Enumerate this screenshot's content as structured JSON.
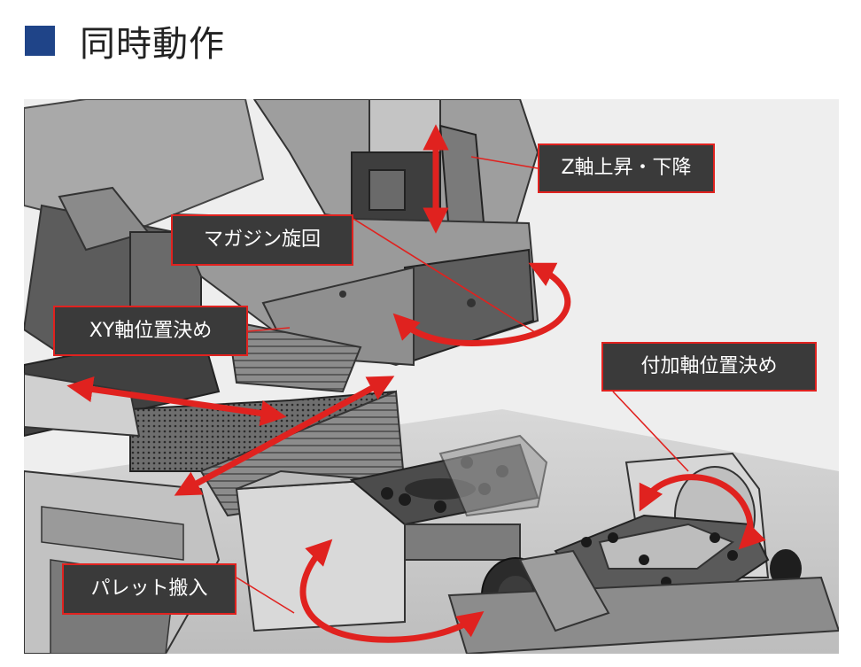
{
  "header": {
    "title": "同時動作",
    "accent_color": "#1f4488"
  },
  "diagram": {
    "labels": {
      "z_axis": "Z軸上昇・下降",
      "magazine": "マガジン旋回",
      "xy_axis": "XY軸位置決め",
      "additional_axis": "付加軸位置決め",
      "pallet": "パレット搬入"
    },
    "label_background": "#3a3a3a",
    "highlight_color": "#e0221f",
    "arrow_color": "#e0221f"
  }
}
